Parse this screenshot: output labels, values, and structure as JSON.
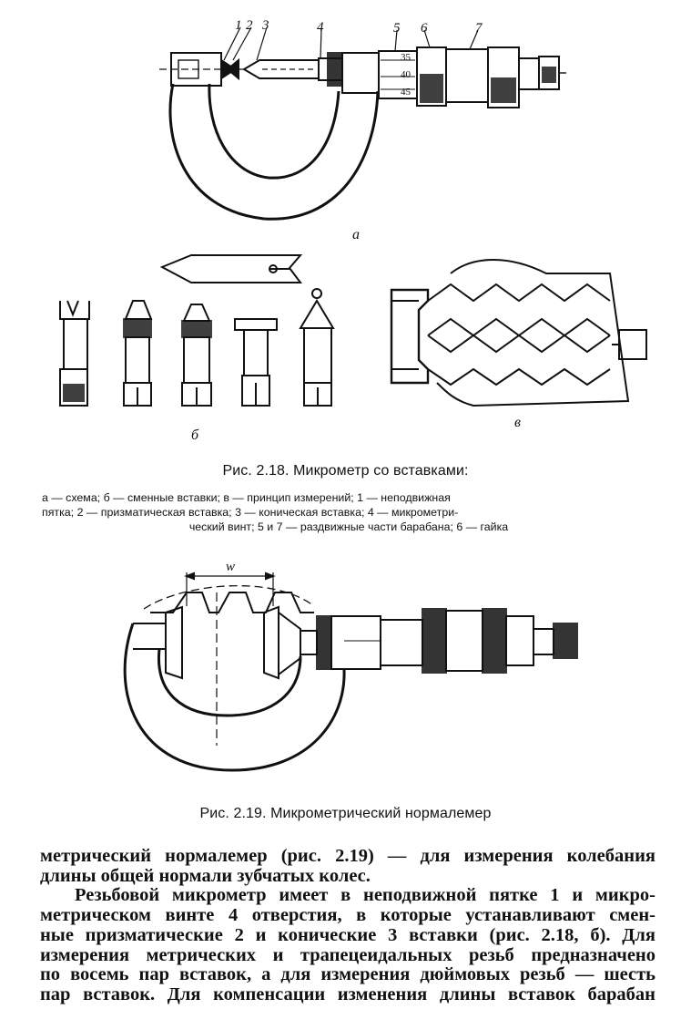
{
  "figure1": {
    "part_numbers": [
      "1",
      "2",
      "3",
      "4",
      "5",
      "6",
      "7"
    ],
    "scale_ticks": [
      "35",
      "40",
      "45"
    ],
    "sub_labels": {
      "a": "а",
      "b": "б",
      "v": "в"
    },
    "caption_title": "Рис. 2.18. Микрометр со вставками:",
    "legend_lines": [
      "а — схема; б — сменные вставки; в — принцип измерений; 1 — неподвижная",
      "пятка; 2 — призматическая вставка; 3 — коническая вставка; 4 — микрометри-",
      "ческий винт; 5 и 7 — раздвижные части барабана; 6 — гайка"
    ]
  },
  "figure2": {
    "w_label": "w",
    "caption_title": "Рис. 2.19. Микрометрический нормалемер"
  },
  "body_lines": [
    "метрический нормалемер (рис. 2.19) — для измерения колебания",
    "длины общей нормали зубчатых колес.",
    "Резьбовой микрометр имеет в неподвижной пятке 1 и микро-",
    "метрическом винте 4 отверстия, в которые устанавливают смен-",
    "ные призматические 2 и конические 3 вставки (рис. 2.18, б). Для",
    "измерения метрических и трапецеидальных резьб предназначено",
    "по восемь пар вставок, а для измерения дюймовых резьб — шесть",
    "пар вставок. Для компенсации изменения длины вставок барабан"
  ]
}
